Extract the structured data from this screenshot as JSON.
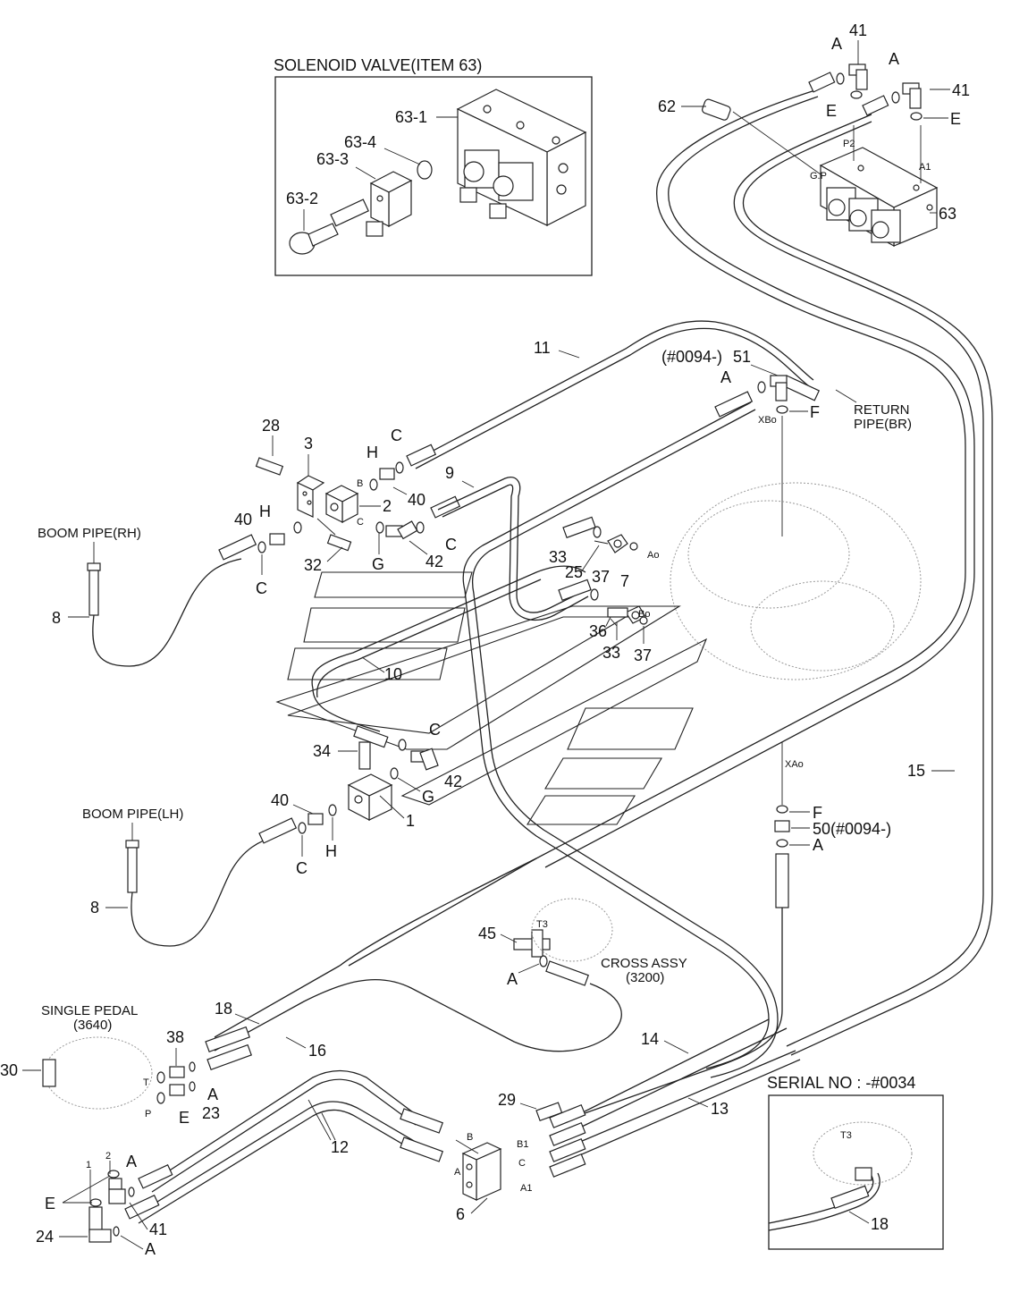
{
  "labels": {
    "solenoid_title": "SOLENOID VALVE(ITEM 63)",
    "boom_pipe_rh": "BOOM PIPE(RH)",
    "boom_pipe_lh": "BOOM PIPE(LH)",
    "return_pipe_1": "RETURN",
    "return_pipe_2": "PIPE(BR)",
    "single_pedal_1": "SINGLE PEDAL",
    "single_pedal_2": "(3640)",
    "cross_assy_1": "CROSS ASSY",
    "cross_assy_2": "(3200)",
    "serial_no": "SERIAL NO : -#0034",
    "n0094_51": "(#0094-)",
    "n50": "50(#0094-)"
  },
  "callouts": {
    "p63_1": "63-1",
    "p63_2": "63-2",
    "p63_3": "63-3",
    "p63_4": "63-4",
    "p62": "62",
    "p41a": "41",
    "p41b": "41",
    "p41c": "41",
    "p63": "63",
    "p11": "11",
    "p51": "51",
    "p28": "28",
    "p3": "3",
    "p9": "9",
    "p2": "2",
    "p40a": "40",
    "p40b": "40",
    "p40c": "40",
    "p32": "32",
    "p42a": "42",
    "p42b": "42",
    "p8a": "8",
    "p8b": "8",
    "p33a": "33",
    "p33b": "33",
    "p25": "25",
    "p37a": "37",
    "p37b": "37",
    "p7": "7",
    "p36": "36",
    "p10": "10",
    "p34": "34",
    "p1": "1",
    "p15": "15",
    "p45": "45",
    "p18a": "18",
    "p18b": "18",
    "p16": "16",
    "p38": "38",
    "p30": "30",
    "p23": "23",
    "p24": "24",
    "p14": "14",
    "p13": "13",
    "p12": "12",
    "p29": "29",
    "p6": "6",
    "A1": "A",
    "A2": "A",
    "A3": "A",
    "A4": "A",
    "A5": "A",
    "A6": "A",
    "A7": "A",
    "A8": "A",
    "E1": "E",
    "E2": "E",
    "E3": "E",
    "E4": "E",
    "C1": "C",
    "C2": "C",
    "C3": "C",
    "C4": "C",
    "C5": "C",
    "H1": "H",
    "H2": "H",
    "H3": "H",
    "G1": "G",
    "G2": "G",
    "F1": "F",
    "F2": "F"
  },
  "ports": {
    "P2": "P2",
    "A1": "A1",
    "GP": "G.P",
    "XBo": "XBo",
    "XAo": "XAo",
    "Ao": "Ao",
    "Bo": "Bo",
    "B": "B",
    "Cport": "C",
    "T3a": "T3",
    "T3b": "T3",
    "T": "T",
    "P": "P",
    "n1": "1",
    "n2": "2",
    "B_blk": "B",
    "B1_blk": "B1",
    "A_blk": "A",
    "C_blk": "C",
    "A1_blk": "A1"
  }
}
